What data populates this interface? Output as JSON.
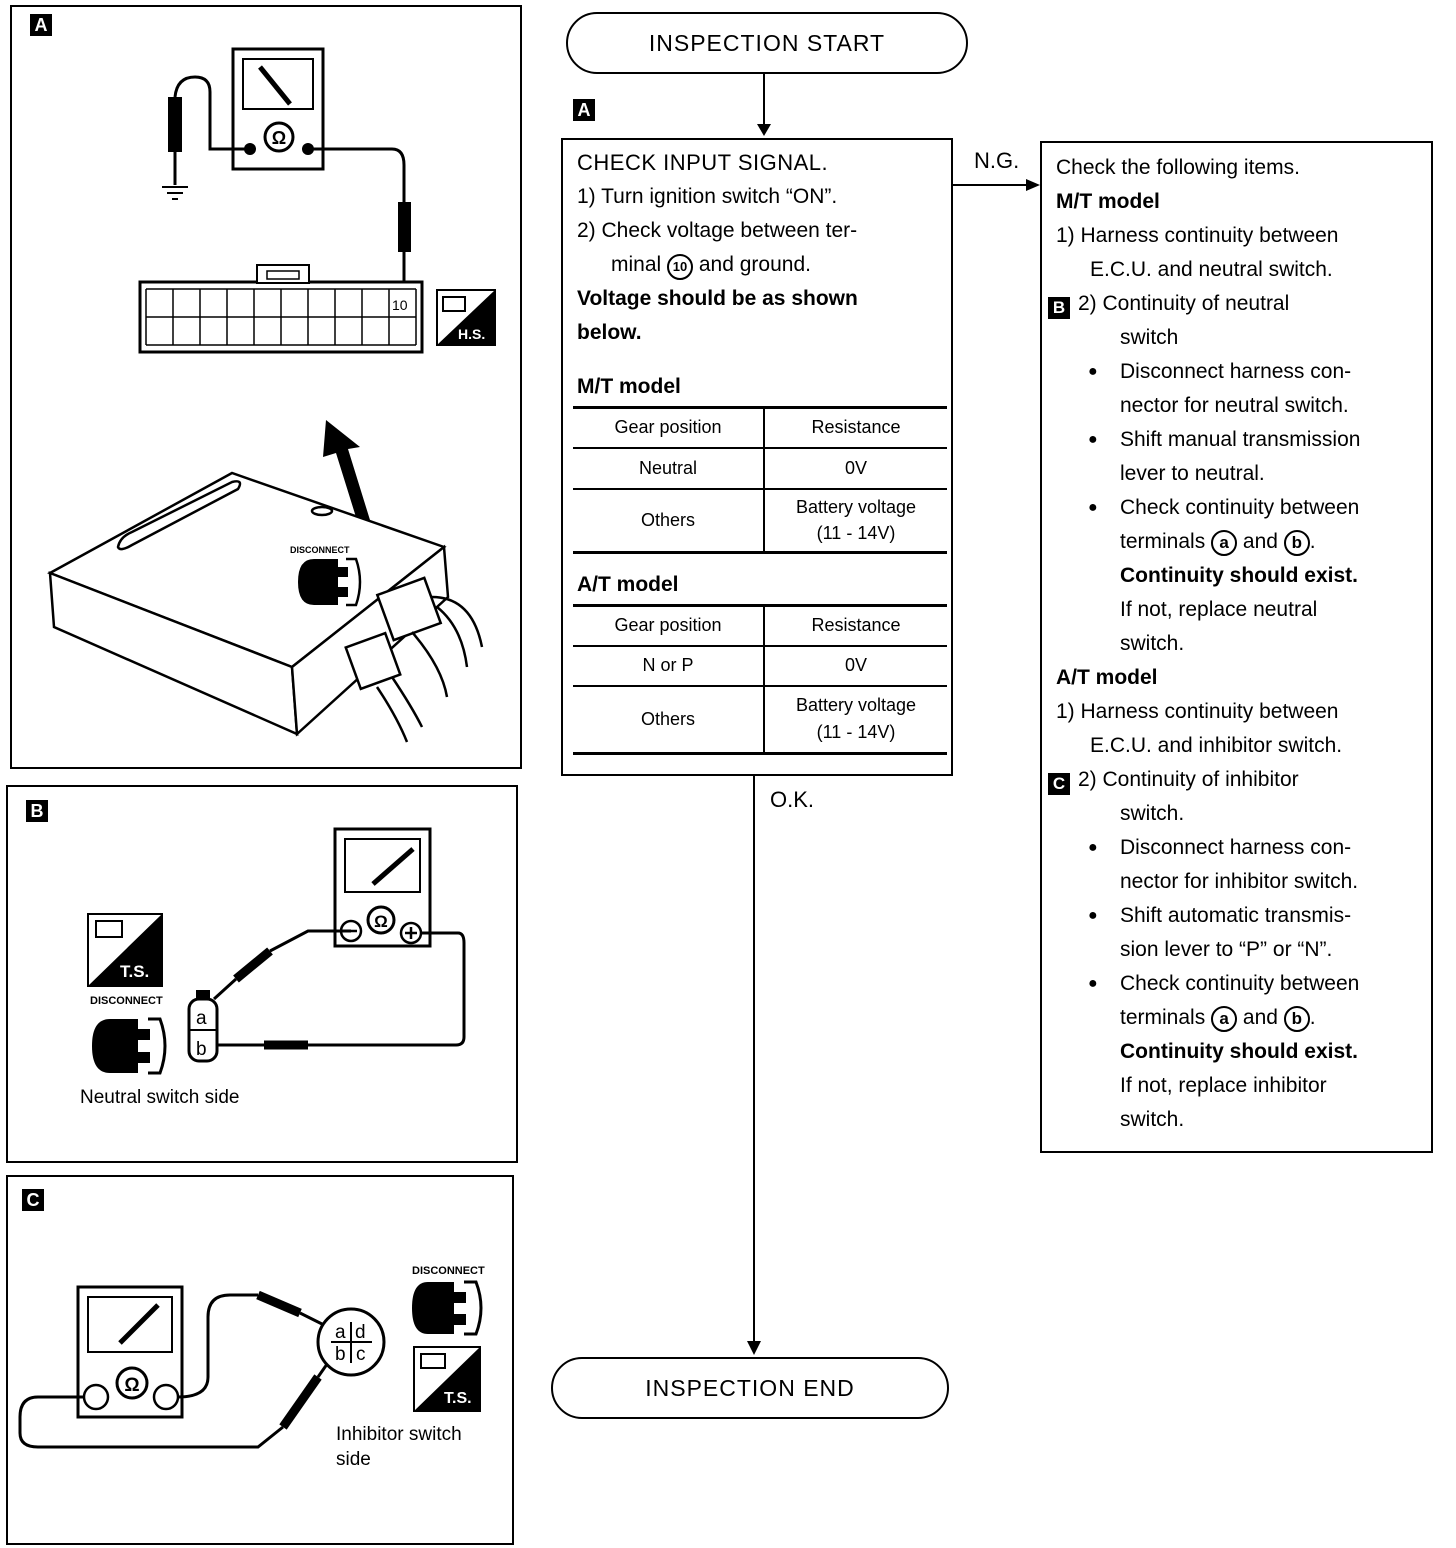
{
  "tags": {
    "a": "A",
    "b": "B",
    "c": "C"
  },
  "diagram_a": {
    "terminal_label": "10",
    "disconnect_label": "DISCONNECT",
    "hs_label": "H.S."
  },
  "diagram_b": {
    "ts_label": "T.S.",
    "disconnect_label": "DISCONNECT",
    "terminal_a": "a",
    "terminal_b": "b",
    "side_label": "Neutral switch side"
  },
  "diagram_c": {
    "disconnect_label": "DISCONNECT",
    "ts_label": "T.S.",
    "terminals": [
      "a",
      "d",
      "b",
      "c"
    ],
    "side_label_1": "Inhibitor switch",
    "side_label_2": "side"
  },
  "flow": {
    "start": "INSPECTION START",
    "end": "INSPECTION END",
    "ng": "N.G.",
    "ok": "O.K.",
    "step_tag": "A",
    "check": {
      "title": "CHECK  INPUT  SIGNAL.",
      "step1": "1)  Turn ignition switch “ON”.",
      "step2a": "2)  Check voltage between ter-",
      "step2b_pre": "minal",
      "step2b_num": "10",
      "step2b_post": "and ground.",
      "note1": "Voltage should be as shown",
      "note2": "below.",
      "mt_title": "M/T model",
      "mt_table": {
        "headers": [
          "Gear position",
          "Resistance"
        ],
        "rows": [
          [
            "Neutral",
            "0V"
          ],
          [
            "Others",
            "Battery voltage",
            "(11 - 14V)"
          ]
        ]
      },
      "at_title": "A/T model",
      "at_table": {
        "headers": [
          "Gear position",
          "Resistance"
        ],
        "rows": [
          [
            "N or P",
            "0V"
          ],
          [
            "Others",
            "Battery voltage",
            "(11 - 14V)"
          ]
        ]
      }
    },
    "ng_box": {
      "intro": "Check the following items.",
      "mt_title": "M/T model",
      "mt_1a": "1)  Harness continuity between",
      "mt_1b": "E.C.U. and neutral switch.",
      "mt_2_tag": "B",
      "mt_2a": "2)  Continuity of neutral",
      "mt_2b": "switch",
      "mt_b1a": "Disconnect harness con-",
      "mt_b1b": "nector for neutral switch.",
      "mt_b2a": "Shift manual transmission",
      "mt_b2b": "lever to neutral.",
      "mt_b3a": "Check continuity between",
      "mt_b3b_pre": "terminals",
      "term_a": "a",
      "and": "and",
      "term_b": "b",
      "mt_b3c": "Continuity should exist.",
      "mt_b3d": "If not, replace neutral",
      "mt_b3e": "switch.",
      "at_title": "A/T model",
      "at_1a": "1)  Harness continuity between",
      "at_1b": "E.C.U. and inhibitor switch.",
      "at_2_tag": "C",
      "at_2a": "2)  Continuity of inhibitor",
      "at_2b": "switch.",
      "at_b1a": "Disconnect harness con-",
      "at_b1b": "nector for inhibitor switch.",
      "at_b2a": "Shift automatic transmis-",
      "at_b2b": "sion lever to “P” or “N”.",
      "at_b3a": "Check continuity between",
      "at_b3b_pre": "terminals",
      "at_b3c": "Continuity should exist.",
      "at_b3d": "If not, replace inhibitor",
      "at_b3e": "switch."
    }
  }
}
